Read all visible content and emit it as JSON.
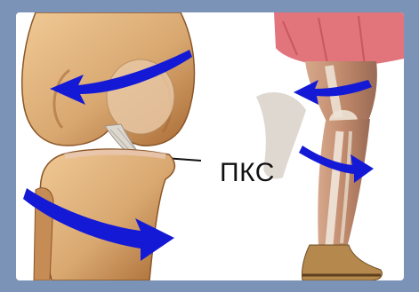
{
  "figure": {
    "label": "ПКС"
  },
  "icons": {
    "rotation_arrow": "curved-arrow-icon",
    "leg": "leg-illustration",
    "knee": "knee-joint-illustration"
  },
  "colors": {
    "frame": "#7b93b7",
    "background": "#ffffff",
    "bone": "#d9a871",
    "bone_shadow": "#b9793e",
    "arrow": "#1419d6",
    "skin": "#c89679",
    "skirt": "#e2747c",
    "shoe": "#b5884d"
  }
}
